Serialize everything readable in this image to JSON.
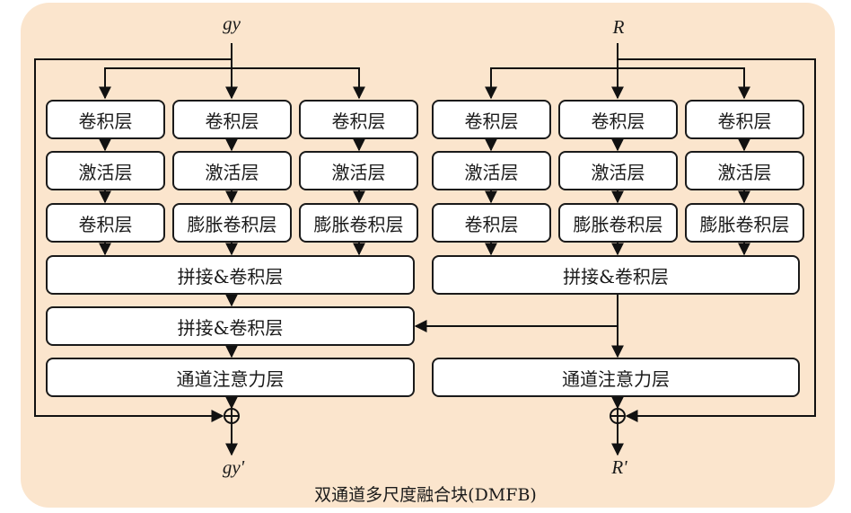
{
  "diagram": {
    "caption": "双通道多尺度融合块(DMFB)",
    "background_color": "#fbe5cd",
    "left_branch": {
      "input_label": "gy",
      "output_label": "gy'",
      "columns": [
        [
          "卷积层",
          "激活层",
          "卷积层"
        ],
        [
          "卷积层",
          "激活层",
          "膨胀卷积层"
        ],
        [
          "卷积层",
          "激活层",
          "膨胀卷积层"
        ]
      ],
      "concat_1": "拼接&卷积层",
      "concat_2": "拼接&卷积层",
      "attention": "通道注意力层"
    },
    "right_branch": {
      "input_label": "R",
      "output_label": "R'",
      "columns": [
        [
          "卷积层",
          "激活层",
          "卷积层"
        ],
        [
          "卷积层",
          "激活层",
          "膨胀卷积层"
        ],
        [
          "卷积层",
          "激活层",
          "膨胀卷积层"
        ]
      ],
      "concat_1": "拼接&卷积层",
      "attention": "通道注意力层"
    },
    "add_symbol": "⊕"
  }
}
